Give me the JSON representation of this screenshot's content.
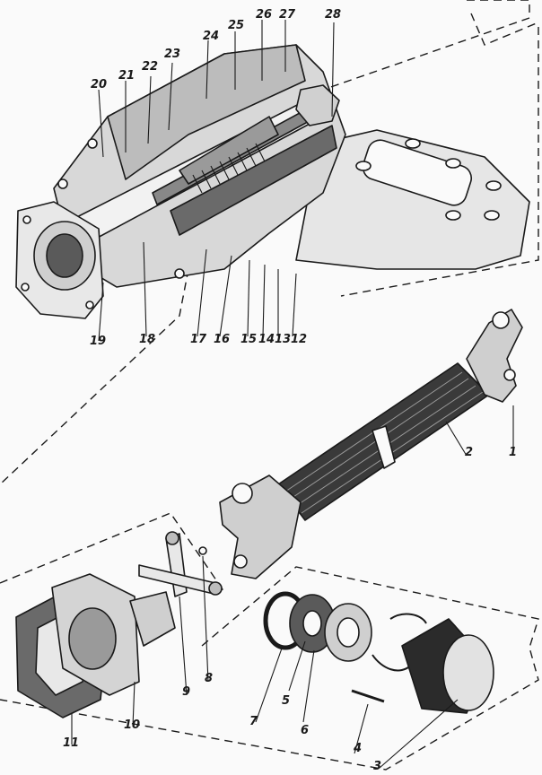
{
  "colors": {
    "ink": "#1a1a1a",
    "paper": "#f3f3f3",
    "shade": "#8a8a8a",
    "dark": "#2b2b2b"
  },
  "callouts": [
    {
      "id": "1",
      "text": "1"
    },
    {
      "id": "2",
      "text": "2"
    },
    {
      "id": "3",
      "text": "3"
    },
    {
      "id": "4",
      "text": "4"
    },
    {
      "id": "5",
      "text": "5"
    },
    {
      "id": "6",
      "text": "6"
    },
    {
      "id": "7",
      "text": "7"
    },
    {
      "id": "8",
      "text": "8"
    },
    {
      "id": "9",
      "text": "9"
    },
    {
      "id": "10",
      "text": "10"
    },
    {
      "id": "11",
      "text": "11"
    },
    {
      "id": "12",
      "text": "12"
    },
    {
      "id": "13",
      "text": "13"
    },
    {
      "id": "14",
      "text": "14"
    },
    {
      "id": "15",
      "text": "15"
    },
    {
      "id": "16",
      "text": "16"
    },
    {
      "id": "17",
      "text": "17"
    },
    {
      "id": "18",
      "text": "18"
    },
    {
      "id": "19",
      "text": "19"
    },
    {
      "id": "20",
      "text": "20"
    },
    {
      "id": "21",
      "text": "21"
    },
    {
      "id": "22",
      "text": "22"
    },
    {
      "id": "23",
      "text": "23"
    },
    {
      "id": "24",
      "text": "24"
    },
    {
      "id": "25",
      "text": "25"
    },
    {
      "id": "26",
      "text": "26"
    },
    {
      "id": "27",
      "text": "27"
    },
    {
      "id": "28",
      "text": "28"
    }
  ]
}
